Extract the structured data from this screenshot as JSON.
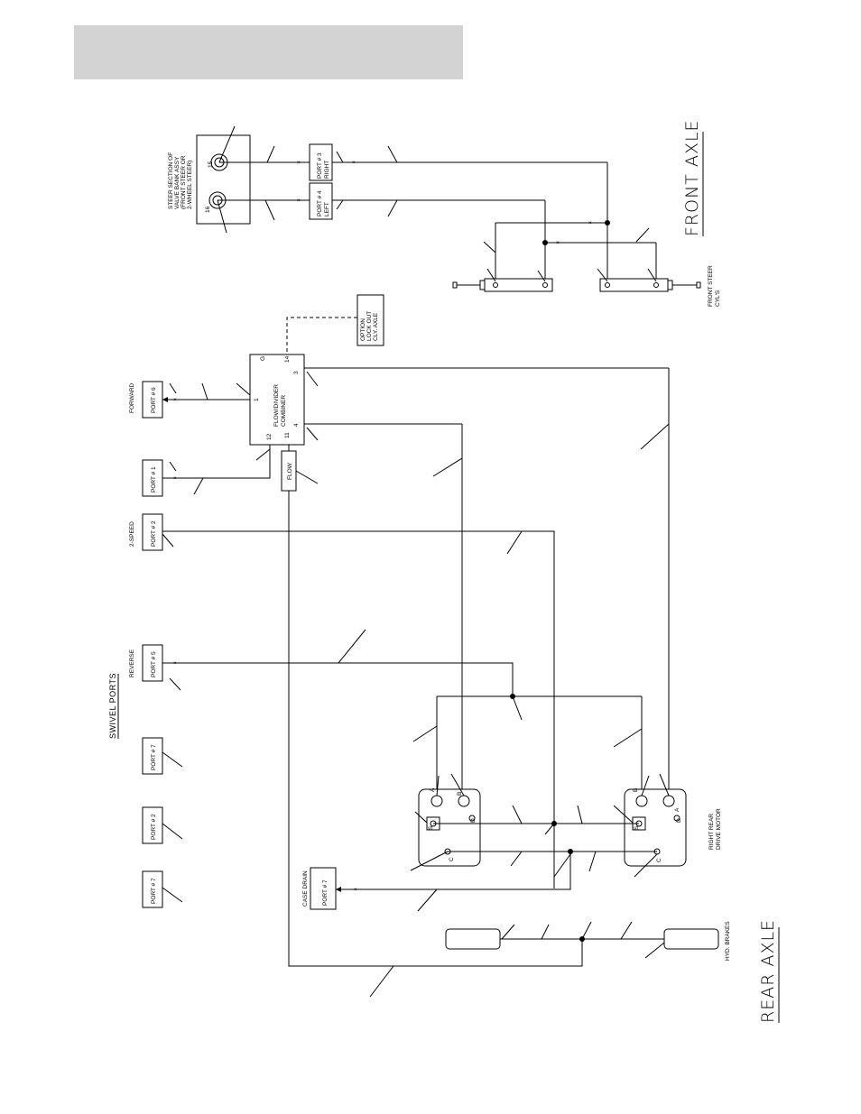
{
  "header_bar": {
    "color": "#d3d3d3"
  },
  "titles": {
    "front_axle": "FRONT AXLE",
    "rear_axle": "REAR AXLE",
    "swivel_ports": "SWIVEL PORTS"
  },
  "steer_valve": {
    "label_l1": "STEER SECTION OF",
    "label_l2": "VALVE BANK ASSY",
    "label_l3": "(FRONT STEER OR",
    "label_l4": "2-WHEEL STEER)",
    "port_15": "15",
    "port_16": "16"
  },
  "front_ports": {
    "port3_l1": "PORT # 3",
    "port3_l2": "RIGHT",
    "port4_l1": "PORT # 4",
    "port4_l2": "LEFT"
  },
  "front_cyl": {
    "l1": "FRONT STEER",
    "l2": "CYL'S"
  },
  "option_box": {
    "l1": "OPTION",
    "l2": "LOCK OUT",
    "l3": "CLY. AXLE"
  },
  "flow_divider": {
    "l1": "FLOW/DIVIDER",
    "l2": "COMBINER",
    "p_g": "G",
    "p_14": "14",
    "p_3": "3",
    "p_1": "1",
    "p_12": "12",
    "p_11": "11",
    "p_4": "4"
  },
  "flow_box": "FLOW",
  "swivel": {
    "forward": "FORWARD",
    "port6": "PORT # 6",
    "port1": "PORT # 1",
    "two_speed": "2-SPEED",
    "port2": "PORT # 2",
    "reverse": "REVERSE",
    "port5": "PORT # 5",
    "port7a": "PORT # 7",
    "port2b": "PORT # 2",
    "port7b": "PORT # 7"
  },
  "case_drain": {
    "label": "CASE DRAIN",
    "port": "PORT # 7"
  },
  "motors": {
    "right_l1": "RIGHT REAR",
    "right_l2": "DRIVE MOTOR",
    "a": "A",
    "b": "B",
    "c": "C",
    "d": "D",
    "s": "S"
  },
  "brakes": "HYD. BRAKES"
}
